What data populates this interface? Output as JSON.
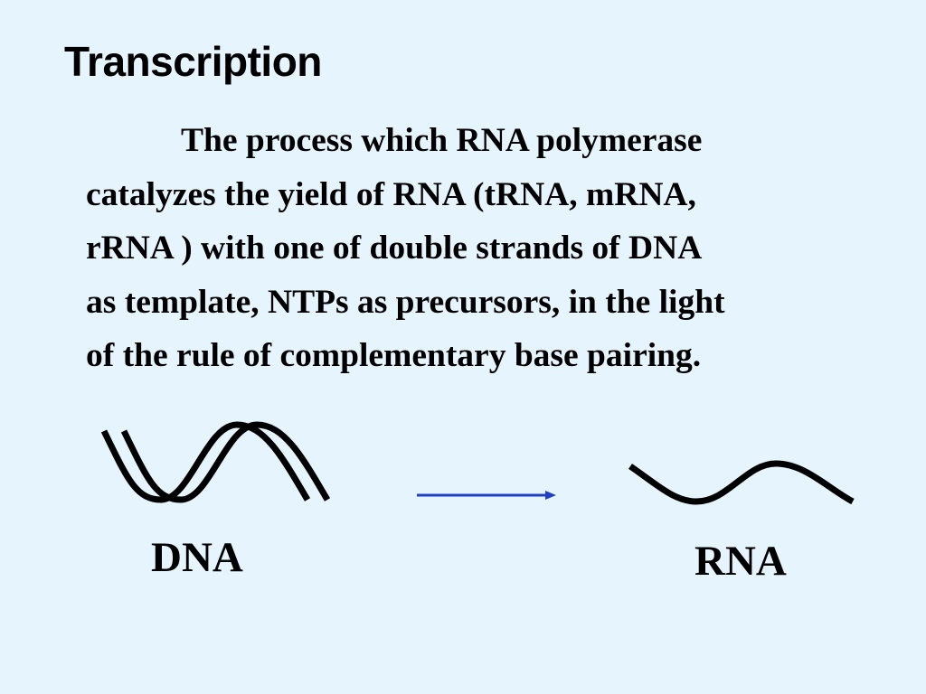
{
  "slide": {
    "title": "Transcription",
    "definition_lines": [
      "The process which RNA polymerase",
      "catalyzes the yield of RNA (tRNA, mRNA,",
      "rRNA ) with one of double strands of DNA",
      "as template, NTPs as precursors, in the light",
      "of the rule of complementary base pairing."
    ]
  },
  "diagram": {
    "dna_label": "DNA",
    "rna_label": "RNA",
    "strand_color": "#000000",
    "arrow_color": "#1f3fc4",
    "dna_icon": "double-helix-icon",
    "rna_icon": "single-strand-icon",
    "arrow_icon": "right-arrow-icon"
  }
}
